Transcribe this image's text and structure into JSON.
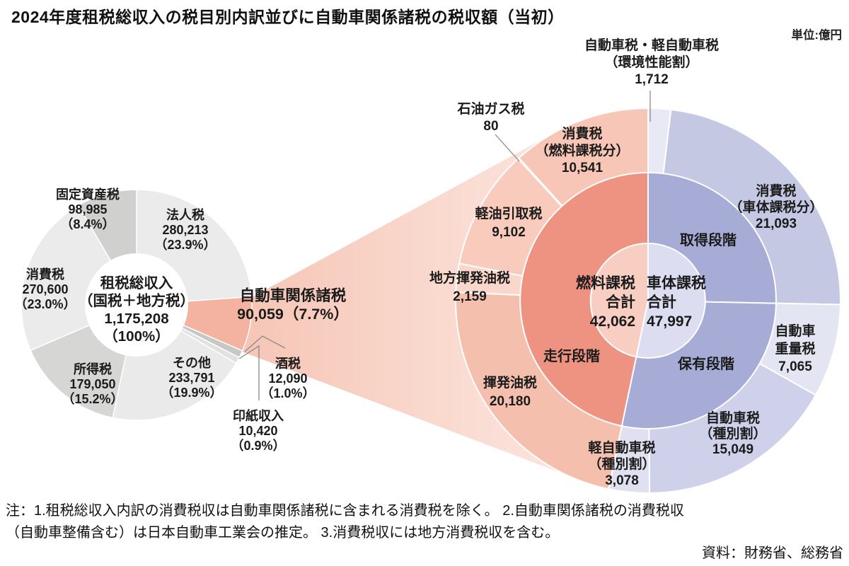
{
  "title": "2024年度租税総収入の税目別内訳並びに自動車関係諸税の税収額（当初）",
  "unit_label": "単位:億円",
  "beam_label": {
    "line1": "自動車関係諸税",
    "line2": "90,059（7.7%）"
  },
  "notes": {
    "line1": "注：1.租税総収入内訳の消費税収は自動車関係諸税に含まれる消費税を除く。 2.自動車関係諸税の消費税収",
    "line2": "（自動車整備含む）は日本自動車工業会の推定。 3.消費税収には地方消費税収を含む。",
    "source": "資料：財務省、総務省"
  },
  "chart_data": [
    {
      "id": "total-tax-donut",
      "type": "donut",
      "unit": "億円",
      "total": 1175208,
      "center_lines": [
        "租税総収入",
        "（国税＋地方税）",
        "1,175,208",
        "（100%）"
      ],
      "segments": [
        {
          "id": "corporate-tax",
          "label": "法人税",
          "value": 280213,
          "display_value": "280,213",
          "display_pct": "（23.9%）",
          "color": "#ebebeb"
        },
        {
          "id": "auto-related-taxes",
          "label": "自動車関係諸税",
          "value": 90059,
          "display_value": "90,059",
          "display_pct": "（7.7%）",
          "color": "#f3b3a0"
        },
        {
          "id": "liquor-tax",
          "label": "酒税",
          "value": 12090,
          "display_value": "12,090",
          "display_pct": "（1.0%）",
          "color": "#c7c7c5"
        },
        {
          "id": "stamp-revenue",
          "label": "印紙収入",
          "value": 10420,
          "display_value": "10,420",
          "display_pct": "（0.9%）",
          "color": "#e1e1df"
        },
        {
          "id": "others",
          "label": "その他",
          "value": 233791,
          "display_value": "233,791",
          "display_pct": "（19.9%）",
          "color": "#eaeaea"
        },
        {
          "id": "income-tax",
          "label": "所得税",
          "value": 179050,
          "display_value": "179,050",
          "display_pct": "（15.2%）",
          "color": "#d6d6d4"
        },
        {
          "id": "consumption-tax",
          "label": "消費税",
          "value": 270600,
          "display_value": "270,600",
          "display_pct": "（23.0%）",
          "color": "#ebebeb"
        },
        {
          "id": "fixed-asset-tax",
          "label": "固定資産税",
          "value": 98985,
          "display_value": "98,985",
          "display_pct": "（8.4%）",
          "color": "#d0d0ce"
        }
      ]
    },
    {
      "id": "auto-tax-donut",
      "type": "donut",
      "unit": "億円",
      "total": 90059,
      "outer_segments": [
        {
          "id": "env-performance-levy",
          "label": "自動車税・軽自動車税（環境性能割）",
          "label_lines": [
            "自動車税・軽自動車税",
            "（環境性能割）"
          ],
          "value": 1712,
          "display_value": "1,712",
          "color": "#e9e9f6"
        },
        {
          "id": "consumption-tax-vehicle",
          "label": "消費税（車体課税分）",
          "label_lines": [
            "消費税",
            "（車体課税分）"
          ],
          "value": 21093,
          "display_value": "21,093",
          "color": "#c5c8e3"
        },
        {
          "id": "vehicle-weight-tax",
          "label": "自動車重量税",
          "label_lines": [
            "自動車",
            "重量税"
          ],
          "value": 7065,
          "display_value": "7,065",
          "color": "#e4e5f2"
        },
        {
          "id": "vehicle-tax-type",
          "label": "自動車税（種別割）",
          "label_lines": [
            "自動車税",
            "（種別割）"
          ],
          "value": 15049,
          "display_value": "15,049",
          "color": "#ced1e9"
        },
        {
          "id": "kei-vehicle-tax-type",
          "label": "軽自動車税（種別割）",
          "label_lines": [
            "軽自動車税",
            "（種別割）"
          ],
          "value": 3078,
          "display_value": "3,078",
          "color": "#e0e1f0"
        },
        {
          "id": "gasoline-tax",
          "label": "揮発油税",
          "label_lines": [
            "揮発油税"
          ],
          "value": 20180,
          "display_value": "20,180",
          "color": "#f5bfae"
        },
        {
          "id": "local-gasoline-tax",
          "label": "地方揮発油税",
          "label_lines": [
            "地方揮発油税"
          ],
          "value": 2159,
          "display_value": "2,159",
          "color": "#fad7ca"
        },
        {
          "id": "diesel-delivery-tax",
          "label": "軽油引取税",
          "label_lines": [
            "軽油引取税"
          ],
          "value": 9102,
          "display_value": "9,102",
          "color": "#f8cbbc"
        },
        {
          "id": "petroleum-gas-tax",
          "label": "石油ガス税",
          "label_lines": [
            "石油ガス税"
          ],
          "value": 80,
          "display_value": "80",
          "color": "#fbe3d9"
        },
        {
          "id": "consumption-tax-fuel",
          "label": "消費税（燃料課税分）",
          "label_lines": [
            "消費税",
            "（燃料課税分）"
          ],
          "value": 10541,
          "display_value": "10,541",
          "color": "#f7c6b6"
        }
      ],
      "middle_segments": [
        {
          "id": "acquisition-stage",
          "label": "取得段階",
          "value": 22805,
          "color": "#a7acd7"
        },
        {
          "id": "ownership-stage",
          "label": "保有段階",
          "value": 25192,
          "color": "#a7acd7"
        },
        {
          "id": "driving-stage",
          "label": "走行段階",
          "value": 42062,
          "color": "#ee9281"
        }
      ],
      "inner_segments": [
        {
          "id": "vehicle-tax-total",
          "label": "車体課税合計",
          "label_lines": [
            "車体課税",
            "合計"
          ],
          "value": 47997,
          "display_value": "47,997",
          "color": "#dcddf0"
        },
        {
          "id": "fuel-tax-total",
          "label": "燃料課税合計",
          "label_lines": [
            "燃料課税",
            "合計"
          ],
          "value": 42062,
          "display_value": "42,062",
          "color": "#f8cec3"
        }
      ]
    }
  ]
}
